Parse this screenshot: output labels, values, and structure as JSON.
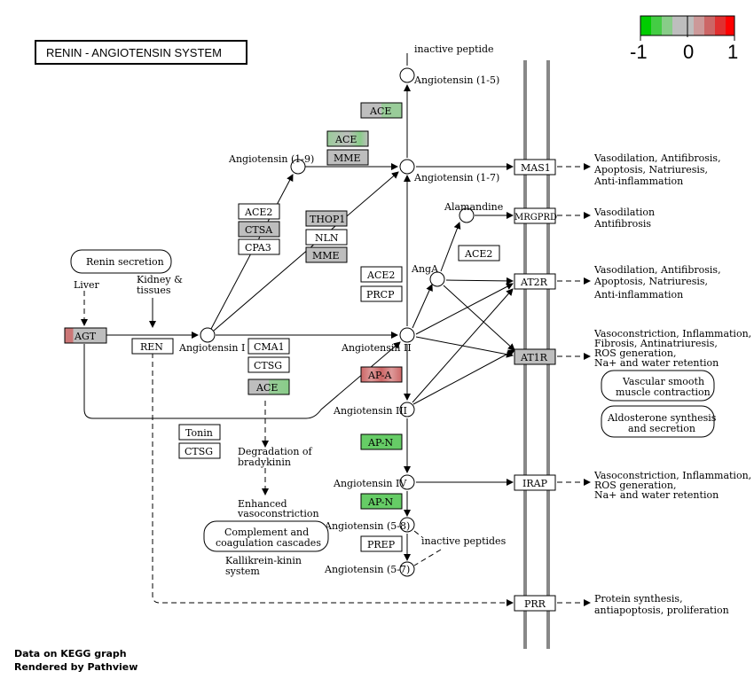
{
  "title": "RENIN - ANGIOTENSIN  SYSTEM",
  "legend": {
    "ticks": [
      "-1",
      "0",
      "1"
    ],
    "colors": [
      "#00cc00",
      "#44cc44",
      "#88cc88",
      "#bebebe",
      "#bebebe",
      "#cc9999",
      "#cc6666",
      "#e03030",
      "#ff0000"
    ]
  },
  "footer": {
    "line1": "Data on KEGG graph",
    "line2": "Rendered by  Pathview"
  },
  "genes": {
    "agt": "AGT",
    "ren": "REN",
    "ace_top": "ACE",
    "ace_mid": "ACE",
    "mme_mid": "MME",
    "ace2_a": "ACE2",
    "ctsa": "CTSA",
    "cpa3": "CPA3",
    "thop1": "THOP1",
    "nln": "NLN",
    "mme_low": "MME",
    "ace2_b": "ACE2",
    "prcp": "PRCP",
    "ace2_c": "ACE2",
    "cma1": "CMA1",
    "ctsg_a": "CTSG",
    "ace_low": "ACE",
    "apa": "AP-A",
    "apn1": "AP-N",
    "apn2": "AP-N",
    "prep": "PREP",
    "tonin": "Tonin",
    "ctsg_b": "CTSG",
    "mas1": "MAS1",
    "mrgprd": "MRGPRD",
    "at2r": "AT2R",
    "at1r": "AT1R",
    "irap": "IRAP",
    "prr": "PRR"
  },
  "compounds": {
    "ang15": "Angiotensin (1-5)",
    "ang19": "Angiotensin (1-9)",
    "ang17": "Angiotensin (1-7)",
    "alamandine": "Alamandine",
    "anga": "AngA",
    "ang1": "Angiotensin I",
    "ang2": "Angiotensin II",
    "ang3": "Angiotensin III",
    "ang4": "Angiotensin IV",
    "ang58": "Angiotensin (5-8)",
    "ang57": "Angiotensin (5-7)",
    "inactive_peptide": "inactive peptide",
    "inactive_peptides": "inactive peptides"
  },
  "labels": {
    "renin_secretion": "Renin secretion",
    "liver": "Liver",
    "kidney1": "Kidney &",
    "kidney2": "tissues",
    "degradation1": "Degradation of",
    "degradation2": "bradykinin",
    "enhanced1": "Enhanced",
    "enhanced2": "vasoconstriction",
    "complement1": "Complement and",
    "complement2": "coagulation cascades",
    "kallikrein1": "Kallikrein-kinin",
    "kallikrein2": "system",
    "vsmc1": "Vascular smooth",
    "vsmc2": "muscle contraction",
    "aldo1": "Aldosterone synthesis",
    "aldo2": "and secretion"
  },
  "outcomes": {
    "mas1": [
      "Vasodilation, Antifibrosis,",
      "Apoptosis, Natriuresis,",
      "Anti-inflammation"
    ],
    "mrgprd": [
      "Vasodilation",
      "Antifibrosis"
    ],
    "at2r": [
      "Vasodilation, Antifibrosis,",
      "Apoptosis, Natriuresis,",
      "Anti-inflammation"
    ],
    "at1r": [
      "Vasoconstriction, Inflammation,",
      "Fibrosis, Antinatriuresis,",
      "ROS generation,",
      "Na+ and water retention"
    ],
    "irap": [
      "Vasoconstriction, Inflammation,",
      "ROS generation,",
      "Na+ and water retention"
    ],
    "prr": [
      "Protein synthesis,",
      "antiapoptosis, proliferation"
    ]
  },
  "colors": {
    "gray": "#bebebe",
    "green": "#66cc66",
    "light_green": "#99cc99",
    "red": "#cc6666",
    "light_red": "#dd9999",
    "white": "#ffffff"
  }
}
